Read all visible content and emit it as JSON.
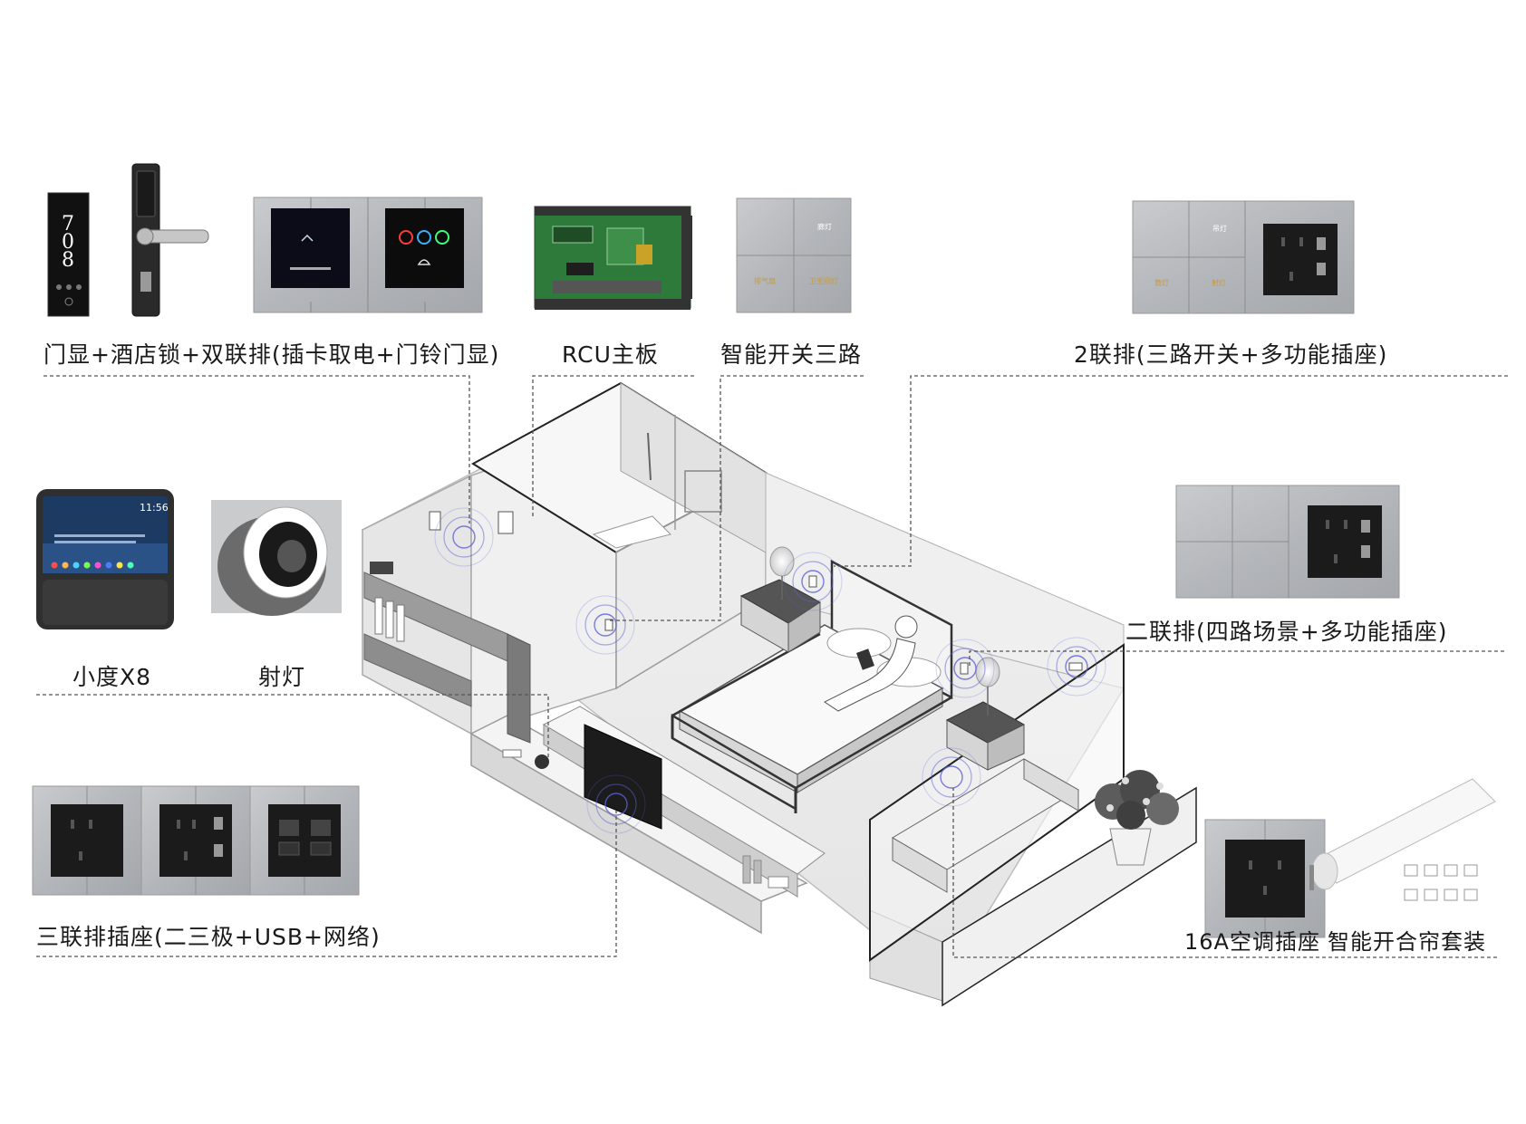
{
  "labels": {
    "door_set": "门显+酒店锁+双联排(插卡取电+门铃门显)",
    "rcu": "RCU主板",
    "smart_switch": "智能开关三路",
    "two_gang_a": "2联排(三路开关+多功能插座)",
    "speaker": "小度X8",
    "spotlight": "射灯",
    "two_gang_b": "二联排(四路场景+多功能插座)",
    "triple_socket": "三联排插座(二三极+USB+网络)",
    "ac_socket": "16A空调插座",
    "curtain": "智能开合帘套装"
  },
  "door_display": {
    "room_digits": [
      "7",
      "0",
      "8"
    ]
  },
  "speaker_screen": {
    "time": "11:56"
  },
  "smart_switch_keys": {
    "top_right": "廊灯",
    "bottom_left": "排气扇",
    "bottom_right": "卫生间灯"
  },
  "two_gang_keys": {
    "top_right": "吊灯",
    "bottom_left": "筒灯",
    "bottom_right": "射灯"
  },
  "colors": {
    "panel_silver": "#b9bcc0",
    "socket_black": "#1b1b1b",
    "pcb_green": "#2e7a3a",
    "leader_line": "#555555",
    "signal_ring": "#5b5fd6",
    "room_wall": "#e9e9e9"
  }
}
